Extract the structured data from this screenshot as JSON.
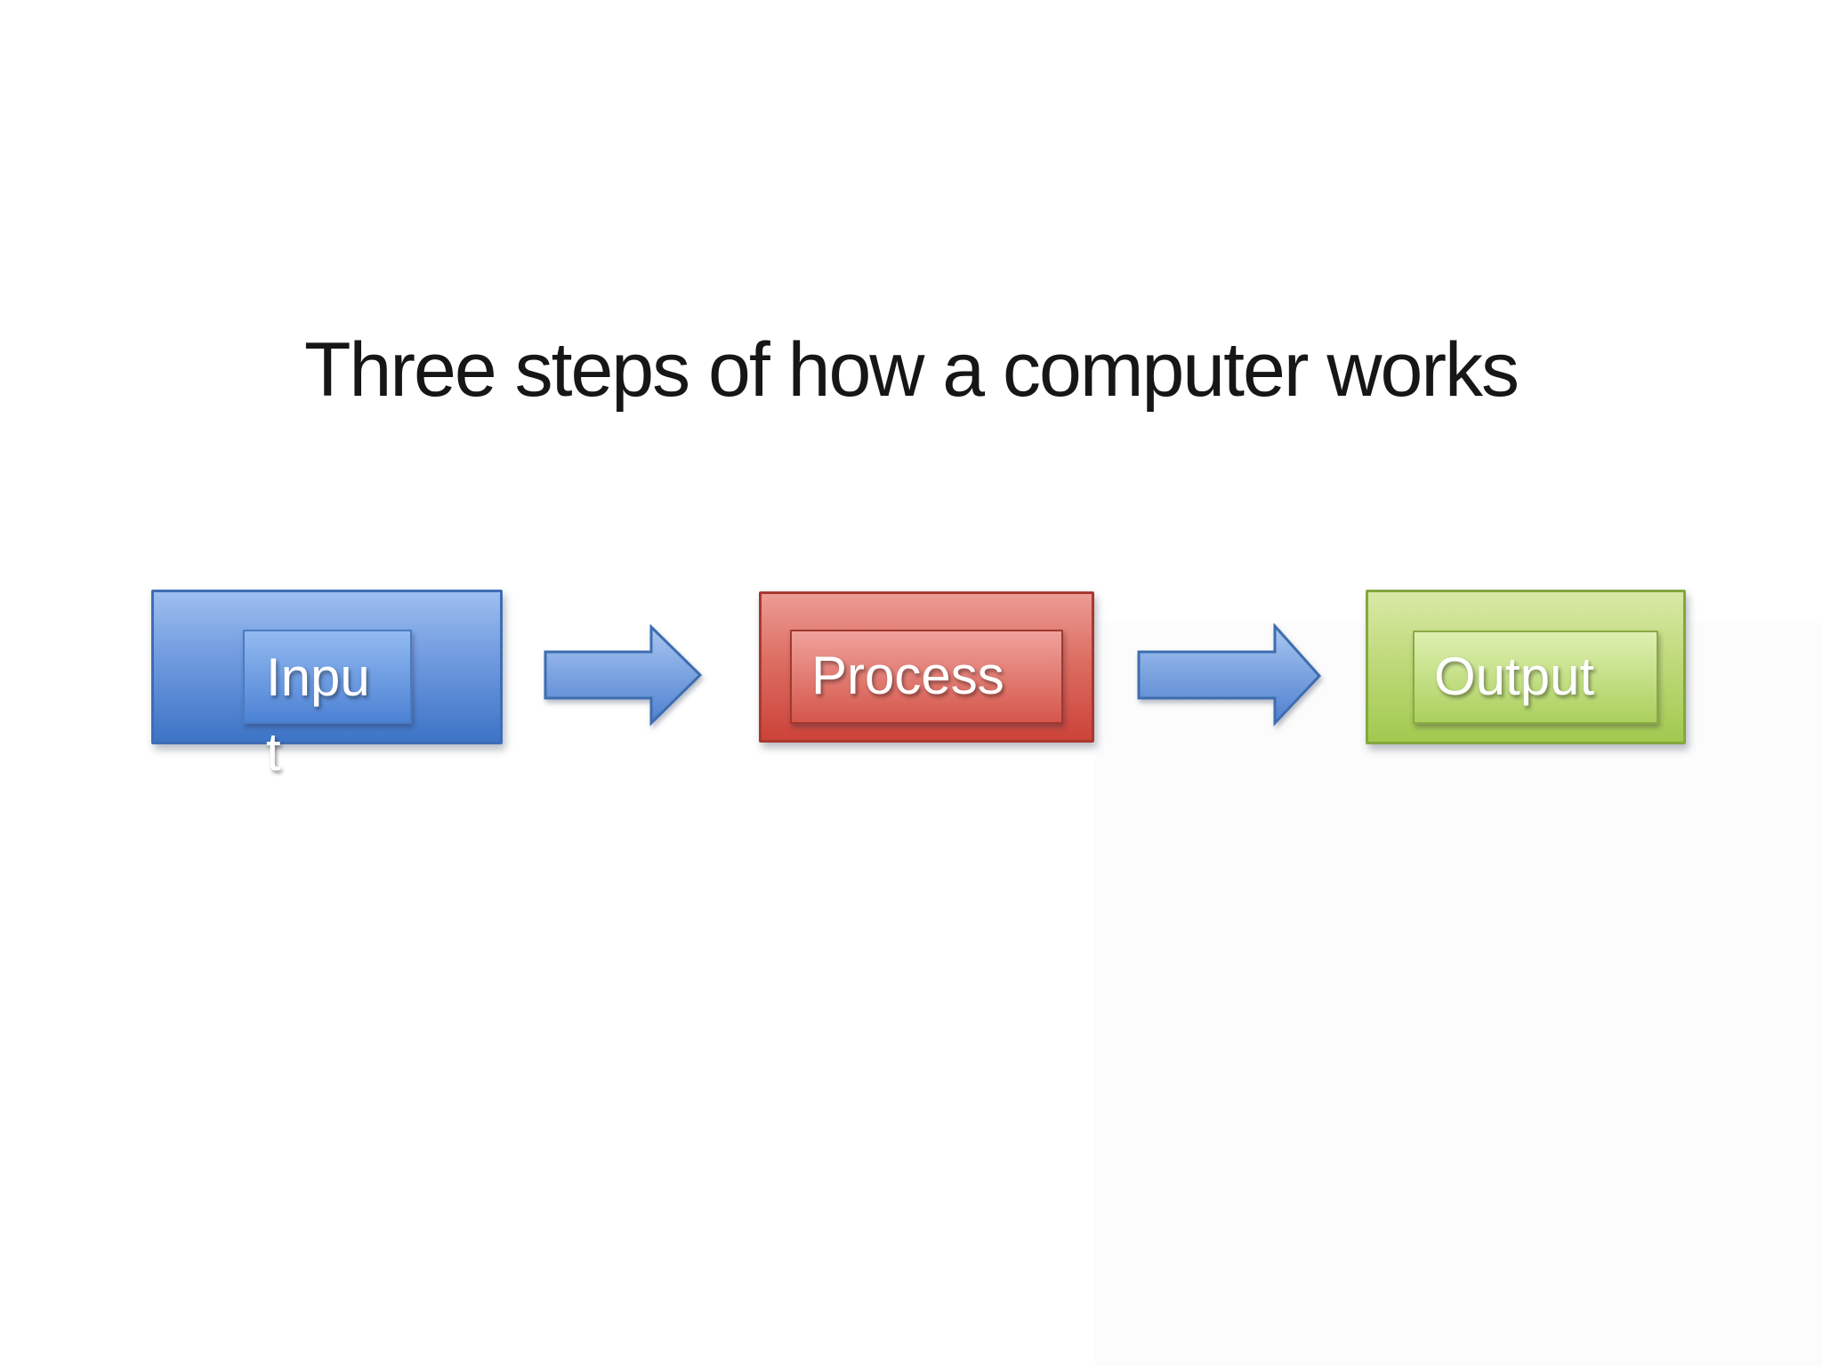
{
  "slide": {
    "title": "Three steps of how a computer works",
    "title_color": "#161616",
    "background": "#ffffff",
    "steps": [
      {
        "label": "Input",
        "fill_top": "#9ebef0",
        "fill_bottom": "#3d74c6",
        "border": "#3f6db5"
      },
      {
        "label": "Process",
        "fill_top": "#ec9c94",
        "fill_bottom": "#cc4339",
        "border": "#a73930"
      },
      {
        "label": "Output",
        "fill_top": "#d9e9a6",
        "fill_bottom": "#a2c94f",
        "border": "#85a73f"
      }
    ],
    "label_text_color": "#ffffff",
    "arrows": [
      {
        "name": "input-to-process",
        "fill_top": "#a9c6f0",
        "fill_bottom": "#4e80d0",
        "border": "#3e6eb0"
      },
      {
        "name": "process-to-output",
        "fill_top": "#a9c6f0",
        "fill_bottom": "#4e80d0",
        "border": "#3e6eb0"
      }
    ]
  }
}
